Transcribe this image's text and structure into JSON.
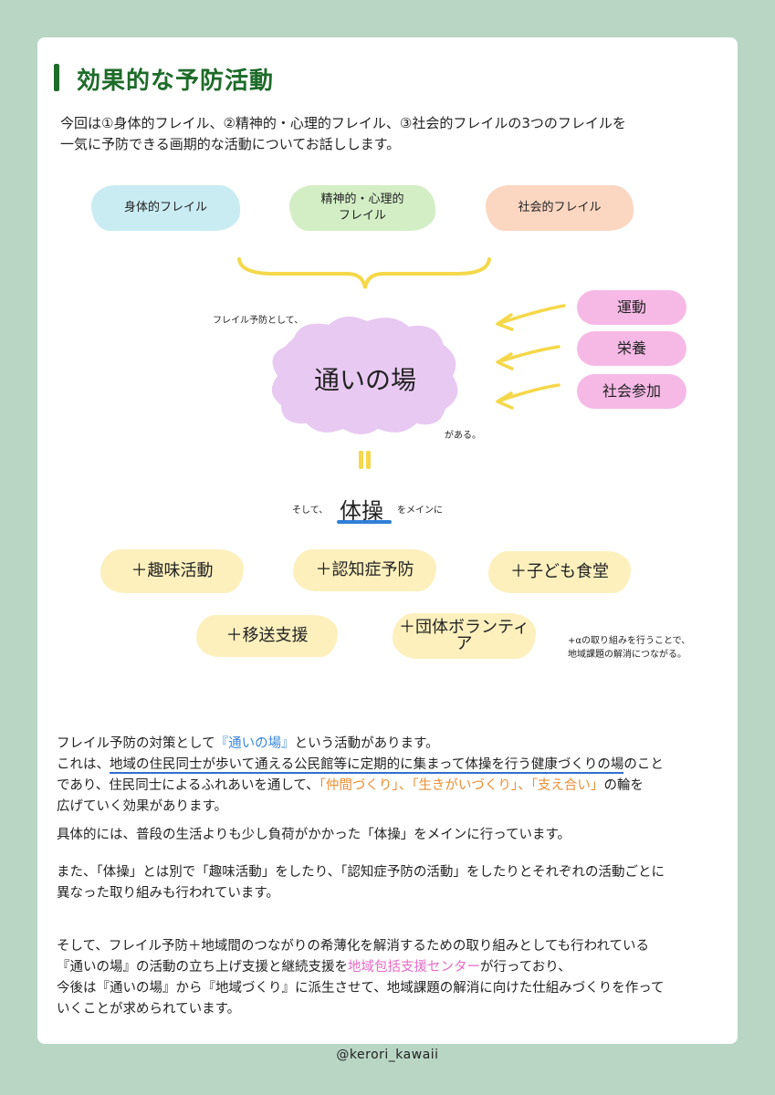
{
  "title": "効果的な予防活動",
  "intro": {
    "line1": "今回は①身体的フレイル、②精神的・心理的フレイル、③社会的フレイルの3つのフレイルを",
    "line2": "一気に予防できる画期的な活動についてお話しします。"
  },
  "frailty_types": {
    "physical": "身体的フレイル",
    "mental_1": "精神的・心理的",
    "mental_2": "フレイル",
    "social": "社会的フレイル"
  },
  "prevention_label": "フレイル予防として、",
  "center_place": "通いの場",
  "exists_label": "がある。",
  "inputs": [
    "運動",
    "栄養",
    "社会参加"
  ],
  "and_label": "そして、",
  "main_activity": "体操",
  "main_suffix": "をメインに",
  "activities": {
    "hobby": "＋趣味活動",
    "dementia": "＋認知症予防",
    "kids": "＋子ども食堂",
    "transport": "＋移送支援",
    "volunteer": "＋団体ボランティア"
  },
  "alpha_note": {
    "line1": "+αの取り組みを行うことで、",
    "line2": "地域課題の解消につながる。"
  },
  "body": {
    "p1_a": "フレイル予防の対策として",
    "p1_hl": "『通いの場』",
    "p1_b": "という活動があります。",
    "p2_a": "これは、",
    "p2_ul": "地域の住民同士が歩いて通える公民館等に定期的に集まって体操を行う健康づくりの場",
    "p2_b": "のこと",
    "p3_a": "であり、住民同士によるふれあいを通して、",
    "p3_h1": "「仲間づくり」",
    "p3_s1": "、",
    "p3_h2": "「生きがいづくり」",
    "p3_s2": "、",
    "p3_h3": "「支え合い」",
    "p3_b": "の輪を",
    "p4": "広げていく効果があります。",
    "p5": "具体的には、普段の生活よりも少し負荷がかかった「体操」をメインに行っています。",
    "p6": "また、「体操」とは別で「趣味活動」をしたり、「認知症予防の活動」をしたりとそれぞれの活動ごとに",
    "p7": "異なった取り組みも行われています。",
    "p8": "そして、フレイル予防＋地域間のつながりの希薄化を解消するための取り組みとしても行われている",
    "p9_a": "『通いの場』の活動の立ち上げ支援と継続支援を",
    "p9_hl": "地域包括支援センター",
    "p9_b": "が行っており、",
    "p10": "今後は『通いの場』から『地域づくり』に派生させて、地域課題の解消に向けた仕組みづくりを作って",
    "p11": "いくことが求められています。"
  },
  "footer": "@kerori_kawaii",
  "colors": {
    "background": "#b9d6c5",
    "title_green": "#1e6b2a",
    "cloud_purple": "#e8c9f2",
    "arrow_yellow": "#f5d84a",
    "underline_blue": "#2f7fd6"
  }
}
